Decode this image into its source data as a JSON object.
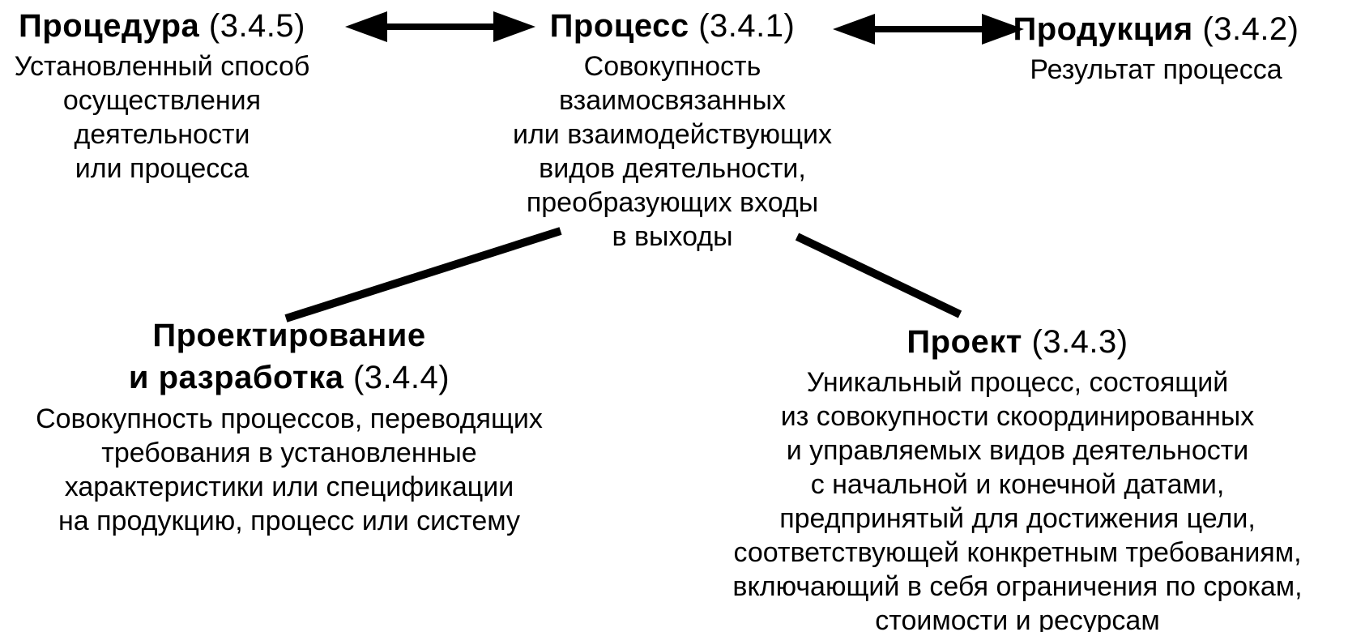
{
  "page": {
    "background_color": "#ffffff",
    "ink_color": "#000000",
    "language": "ru",
    "description": "Terminology relationship diagram for process-related terms (clause 3.4)"
  },
  "nodes": {
    "procedure": {
      "title": "Процедура",
      "ref": "(3.4.5)",
      "definition": "Установленный способ\nосуществления\nдеятельности\nили процесса"
    },
    "process": {
      "title": "Процесс",
      "ref": "(3.4.1)",
      "definition": "Совокупность\nвзаимосвязанных\nили взаимодействующих\nвидов деятельности,\nпреобразующих входы\nв выходы"
    },
    "product": {
      "title": "Продукция",
      "ref": "(3.4.2)",
      "definition": "Результат процесса"
    },
    "design": {
      "title": "Проектирование\nи разработка",
      "ref": "(3.4.4)",
      "definition": "Совокупность процессов, переводящих\nтребования в установленные\nхарактеристики или спецификации\nна продукцию, процесс или систему"
    },
    "project": {
      "title": "Проект",
      "ref": "(3.4.3)",
      "definition": "Уникальный процесс, состоящий\nиз совокупности скоординированных\nи управляемых видов деятельности\nс начальной и конечной датами,\nпредпринятый для достижения цели,\nсоответствующей конкретным требованиям,\nвключающий в себя ограничения по срокам,\nстоимости и ресурсам"
    }
  },
  "connectors": [
    {
      "type": "double-arrow",
      "from": "procedure",
      "to": "process"
    },
    {
      "type": "double-arrow",
      "from": "process",
      "to": "product"
    },
    {
      "type": "line",
      "from": "process",
      "to": "design"
    },
    {
      "type": "line",
      "from": "process",
      "to": "project"
    }
  ]
}
